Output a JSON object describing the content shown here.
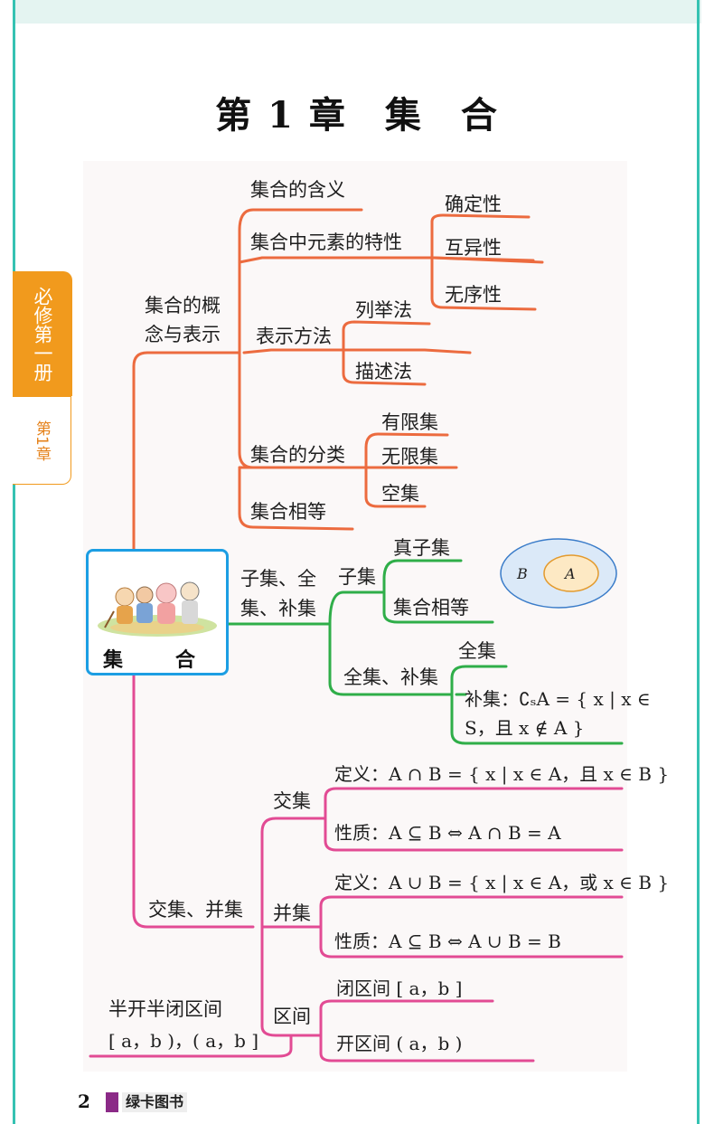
{
  "page": {
    "title": "第 1 章　集　合",
    "page_number": "2",
    "publisher": "绿卡图书"
  },
  "side_tab": {
    "book": "必修第一册",
    "chapter": "第1章"
  },
  "colors": {
    "teal_frame": "#35c2b2",
    "orange_tab": "#f19a1d",
    "branch_red": "#ec6b3f",
    "branch_green": "#2fae49",
    "branch_pink": "#e24b94",
    "center_border": "#1c9ee3",
    "venn_blue": "#dbe9f8",
    "venn_orange": "#fde9c4"
  },
  "mindmap": {
    "center": "集　合",
    "concept": {
      "label_line1": "集合的概",
      "label_line2": "念与表示",
      "meaning": "集合的含义",
      "element_props": "集合中元素的特性",
      "props": [
        "确定性",
        "互异性",
        "无序性"
      ],
      "representation": "表示方法",
      "rep_methods": [
        "列举法",
        "描述法"
      ],
      "classification": "集合的分类",
      "classes": [
        "有限集",
        "无限集",
        "空集"
      ],
      "equality": "集合相等"
    },
    "subset": {
      "label_line1": "子集、全",
      "label_line2": "集、补集",
      "subset": "子集",
      "subset_items": [
        "真子集",
        "集合相等"
      ],
      "universal_complement": "全集、补集",
      "universal": "全集",
      "complement_line1": "补集：∁ₛA = { x | x ∈",
      "complement_line2": "S，且 x ∉ A }",
      "venn_outer": "B",
      "venn_inner": "A"
    },
    "ops": {
      "label": "交集、并集",
      "intersection": "交集",
      "intersection_def": "定义：A ∩ B = { x | x ∈ A，且 x ∈ B }",
      "intersection_prop": "性质：A ⊆ B ⇔ A ∩ B = A",
      "union": "并集",
      "union_def": "定义：A ∪ B = { x | x ∈ A，或 x ∈ B }",
      "union_prop": "性质：A ⊆ B ⇔ A ∪ B = B",
      "interval": "区间",
      "closed_interval": "闭区间 [ a，b ]",
      "open_interval": "开区间 ( a，b )",
      "half_open_line1": "半开半闭区间",
      "half_open_line2": "[ a，b )，( a，b ]"
    }
  }
}
